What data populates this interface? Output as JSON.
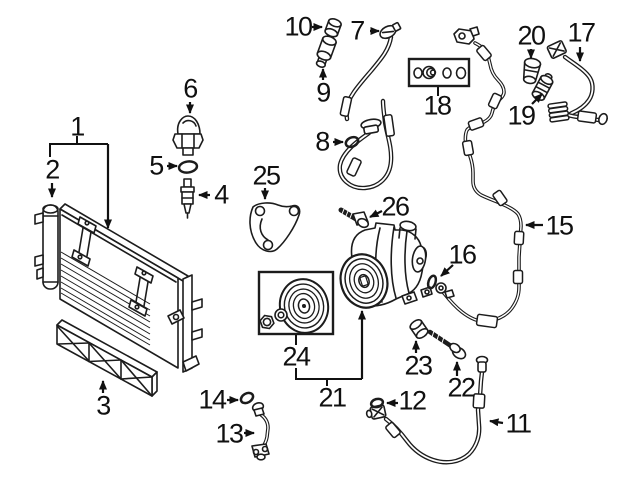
{
  "diagram": {
    "kind": "exploded-parts-diagram",
    "background_color": "#ffffff",
    "line_color": "#1c1c1c",
    "label_color": "#101010",
    "callouts": [
      {
        "id": 1,
        "label": "1"
      },
      {
        "id": 2,
        "label": "2"
      },
      {
        "id": 3,
        "label": "3"
      },
      {
        "id": 4,
        "label": "4"
      },
      {
        "id": 5,
        "label": "5"
      },
      {
        "id": 6,
        "label": "6"
      },
      {
        "id": 7,
        "label": "7"
      },
      {
        "id": 8,
        "label": "8"
      },
      {
        "id": 9,
        "label": "9"
      },
      {
        "id": 10,
        "label": "10"
      },
      {
        "id": 11,
        "label": "11"
      },
      {
        "id": 12,
        "label": "12"
      },
      {
        "id": 13,
        "label": "13"
      },
      {
        "id": 14,
        "label": "14"
      },
      {
        "id": 15,
        "label": "15"
      },
      {
        "id": 16,
        "label": "16"
      },
      {
        "id": 17,
        "label": "17"
      },
      {
        "id": 18,
        "label": "18"
      },
      {
        "id": 19,
        "label": "19"
      },
      {
        "id": 20,
        "label": "20"
      },
      {
        "id": 21,
        "label": "21"
      },
      {
        "id": 22,
        "label": "22"
      },
      {
        "id": 23,
        "label": "23"
      },
      {
        "id": 24,
        "label": "24"
      },
      {
        "id": 25,
        "label": "25"
      },
      {
        "id": 26,
        "label": "26"
      }
    ]
  }
}
